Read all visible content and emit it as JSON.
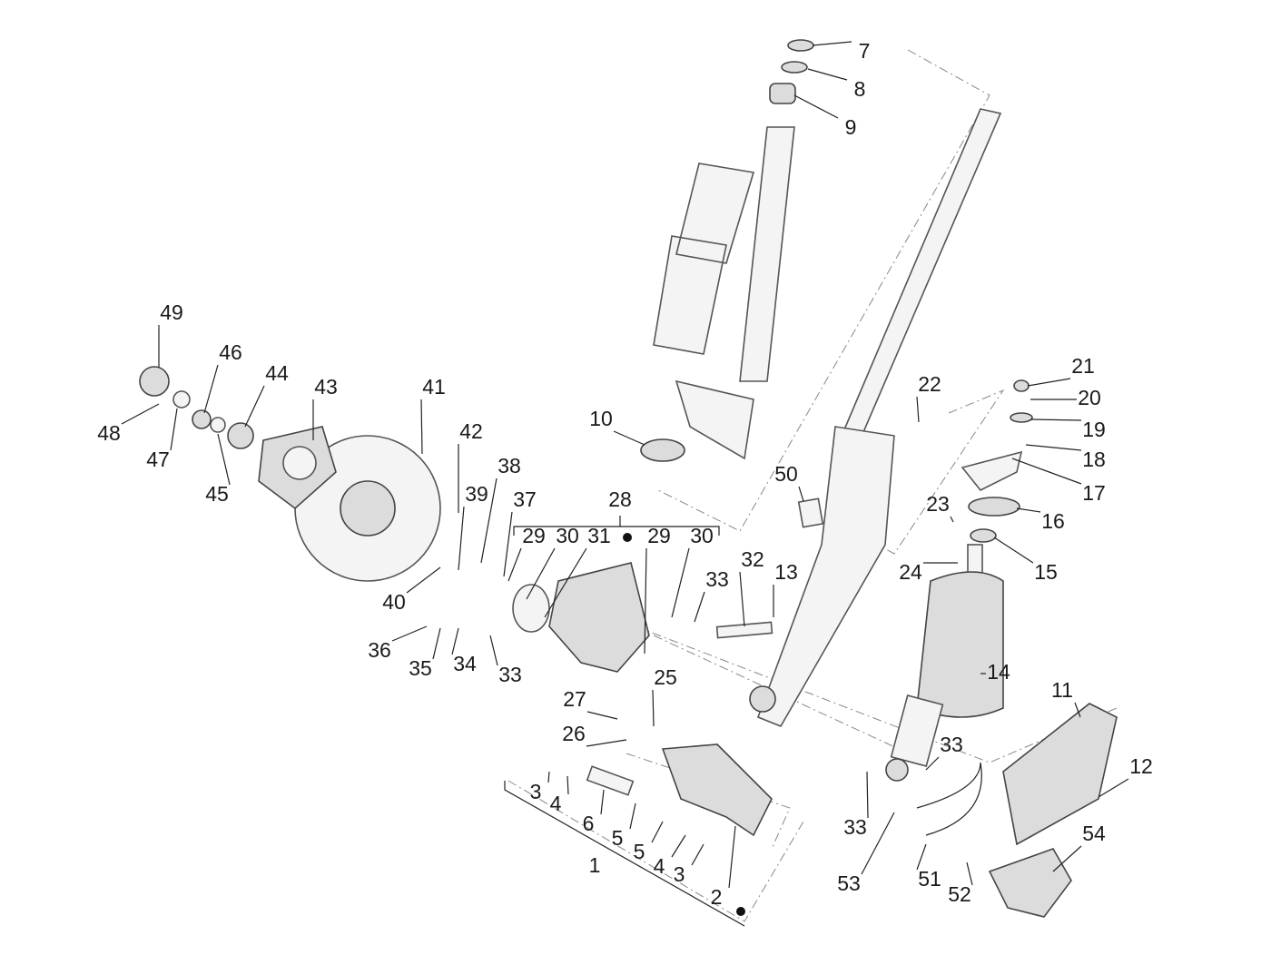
{
  "diagram": {
    "type": "exploded-parts-diagram",
    "callouts": [
      "7",
      "8",
      "9",
      "10",
      "11",
      "12",
      "13",
      "14",
      "15",
      "16",
      "17",
      "18",
      "19",
      "20",
      "21",
      "22",
      "23",
      "24",
      "25",
      "26",
      "27",
      "28",
      "29",
      "30",
      "31",
      "29",
      "30",
      "32",
      "33",
      "33",
      "33",
      "33",
      "34",
      "35",
      "36",
      "37",
      "38",
      "39",
      "40",
      "41",
      "42",
      "43",
      "44",
      "45",
      "46",
      "47",
      "48",
      "49",
      "50",
      "51",
      "52",
      "53",
      "54",
      "1",
      "2",
      "3",
      "4",
      "5",
      "6",
      "5",
      "4",
      "3"
    ],
    "kit_markers": [
      "28",
      "2"
    ],
    "colors": {
      "line": "#555555",
      "label": "#1a1a1a",
      "background": "#ffffff"
    }
  }
}
